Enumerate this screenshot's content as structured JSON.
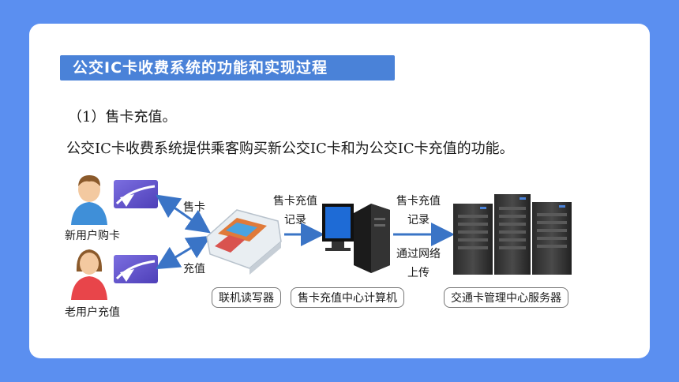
{
  "title": "公交IC卡收费系统的功能和实现过程",
  "step_heading": "（1）售卡充值。",
  "description": "公交IC卡收费系统提供乘客购买新公交IC卡和为公交IC卡充值的功能。",
  "diagram": {
    "new_user_label": "新用户购卡",
    "old_user_label": "老用户充值",
    "sell_card_label": "售卡",
    "recharge_label": "充值",
    "record_label_1_line1": "售卡充值",
    "record_label_1_line2": "记录",
    "record_label_2_line1": "售卡充值",
    "record_label_2_line2": "记录",
    "network_label_line1": "通过网络",
    "network_label_line2": "上传",
    "reader_box": "联机读写器",
    "computer_box": "售卡充值中心计算机",
    "server_box": "交通卡管理中心服务器"
  },
  "colors": {
    "background": "#5b8ff0",
    "title_bar": "#4a82d8",
    "arrow": "#3a74c6",
    "card_purple": "#6a5bd0"
  },
  "icons": {
    "male_user": "male-user-icon",
    "female_user": "female-user-icon",
    "ic_card": "ic-card-icon",
    "card_reader": "card-reader-icon",
    "computer": "computer-icon",
    "server": "server-icon"
  }
}
